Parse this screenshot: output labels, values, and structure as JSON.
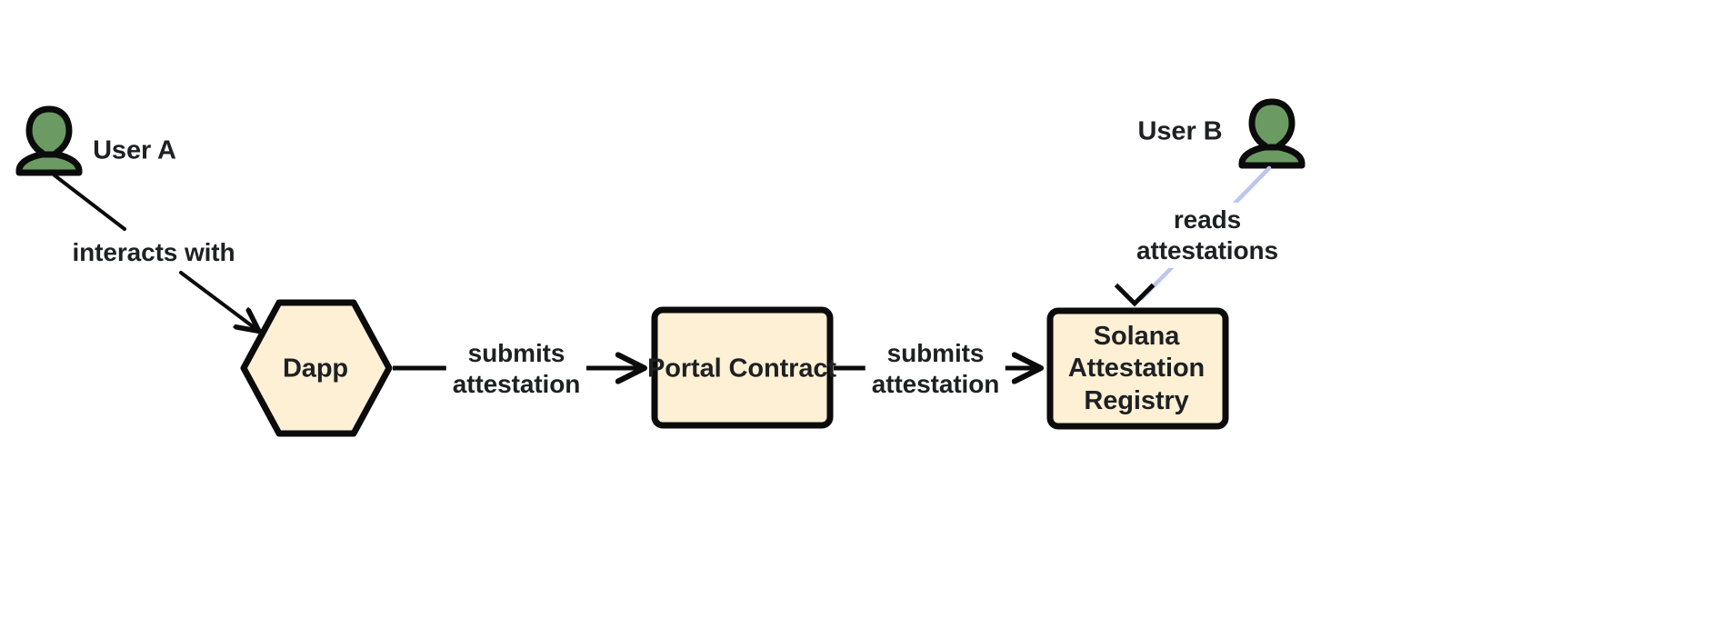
{
  "diagram": {
    "type": "flowchart",
    "orientation": "left-to-right",
    "background_color": "#ffffff",
    "title": "",
    "node_fill_color": "#fdf0d5",
    "node_stroke_color": "#0b0b0b",
    "actor_fill_color": "#6b9b63",
    "actor_stroke_color": "#0b0b0b",
    "text_color": "#1f2023",
    "edge_default_color": "#0b0b0b",
    "edge_highlight_color": "#bcc6ef"
  },
  "actors": [
    {
      "id": "user-a",
      "label": "User A",
      "icon": "person-icon",
      "label_position": "right"
    },
    {
      "id": "user-b",
      "label": "User B",
      "icon": "person-icon",
      "label_position": "left"
    }
  ],
  "nodes": [
    {
      "id": "dapp",
      "label": "Dapp",
      "shape": "hexagon",
      "fill": "#fdf0d5",
      "stroke": "#0b0b0b"
    },
    {
      "id": "portal-contract",
      "label": "Portal Contract",
      "shape": "rounded-rect",
      "fill": "#fdf0d5",
      "stroke": "#0b0b0b"
    },
    {
      "id": "solana-attestation-registry",
      "label": "Solana\nAttestation\nRegistry",
      "label_lines": [
        "Solana",
        "Attestation",
        "Registry"
      ],
      "shape": "rounded-rect",
      "fill": "#fdf0d5",
      "stroke": "#0b0b0b"
    }
  ],
  "edges": [
    {
      "id": "edge-user-a-dapp",
      "from": "user-a",
      "to": "dapp",
      "label": "interacts with",
      "label_lines": [
        "interacts with"
      ],
      "color": "#0b0b0b",
      "arrow": "end"
    },
    {
      "id": "edge-dapp-portal",
      "from": "dapp",
      "to": "portal-contract",
      "label": "submits\nattestation",
      "label_lines": [
        "submits",
        "attestation"
      ],
      "color": "#0b0b0b",
      "arrow": "end"
    },
    {
      "id": "edge-portal-registry",
      "from": "portal-contract",
      "to": "solana-attestation-registry",
      "label": "submits\nattestation",
      "label_lines": [
        "submits",
        "attestation"
      ],
      "color": "#0b0b0b",
      "arrow": "end"
    },
    {
      "id": "edge-user-b-registry",
      "from": "user-b",
      "to": "solana-attestation-registry",
      "label": "reads\nattestations",
      "label_lines": [
        "reads",
        "attestations"
      ],
      "color": "#bcc6ef",
      "arrow": "end"
    }
  ]
}
